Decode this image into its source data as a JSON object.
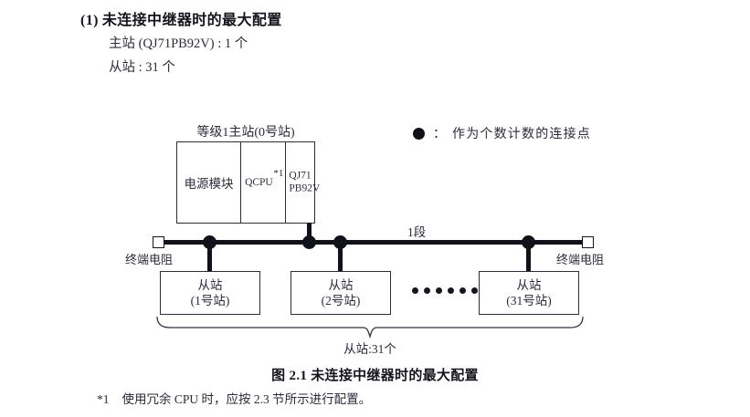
{
  "section": {
    "number": "(1)",
    "title": "未连接中继器时的最大配置",
    "specs": [
      "主站 (QJ71PB92V) : 1 个",
      "从站 : 31 个"
    ]
  },
  "legend": {
    "symbol": "filled-circle",
    "separator": "：",
    "text": "作为个数计数的连接点"
  },
  "diagram": {
    "master": {
      "label": "等级1主站(0号站)",
      "cells": [
        {
          "name": "power-module",
          "text": "电源模块"
        },
        {
          "name": "cpu-module",
          "text": "QCPU",
          "footnote_mark": "*1"
        },
        {
          "name": "network-module",
          "line1": "QJ71",
          "line2": "PB92V"
        }
      ]
    },
    "bus": {
      "segment_label": "1段",
      "terminator_left_label": "终端电阻",
      "terminator_right_label": "终端电阻",
      "connection_points": 4
    },
    "slaves": [
      {
        "title": "从站",
        "station": "(1号站)"
      },
      {
        "title": "从站",
        "station": "(2号站)"
      },
      {
        "title": "从站",
        "station": "(31号站)"
      }
    ],
    "ellipsis_dots": 6,
    "brace_label": "从站:31个"
  },
  "figure": {
    "caption": "图 2.1  未连接中继器时的最大配置"
  },
  "footnote": {
    "mark": "*1",
    "text": "使用冗余 CPU 时，应按 2.3 节所示进行配置。"
  },
  "colors": {
    "ink": "#1d1d28",
    "line": "#2d2d37",
    "dot": "#111119",
    "background": "#ffffff"
  }
}
